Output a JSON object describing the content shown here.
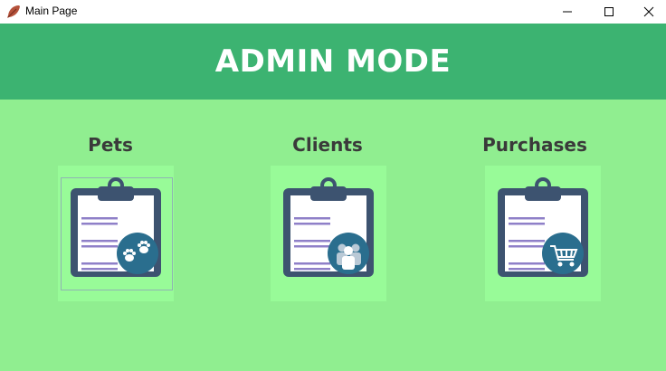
{
  "window": {
    "title": "Main Page",
    "app_icon": "feather-icon",
    "controls": [
      "minimize-icon",
      "maximize-icon",
      "close-icon"
    ]
  },
  "header": {
    "title": "ADMIN MODE",
    "background": "#3cb371",
    "text_color": "#ffffff"
  },
  "page": {
    "background": "#90ee90",
    "card_background": "#98fb98"
  },
  "sections": [
    {
      "label": "Pets",
      "icon": "clipboard-paw-icon",
      "selected": true
    },
    {
      "label": "Clients",
      "icon": "clipboard-people-icon",
      "selected": false
    },
    {
      "label": "Purchases",
      "icon": "clipboard-cart-icon",
      "selected": false
    }
  ],
  "icon_colors": {
    "board": "#3d5370",
    "paper": "#ffffff",
    "lines": "#8f80c8",
    "badge": "#2a6e8e"
  }
}
